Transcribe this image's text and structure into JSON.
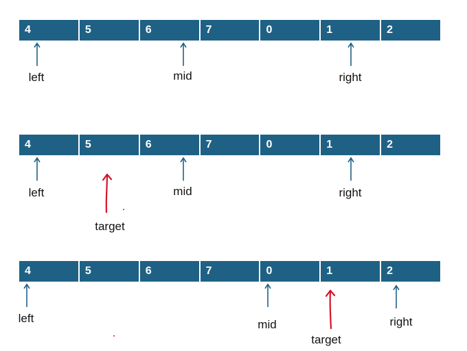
{
  "colors": {
    "cell_bg": "#1f6185",
    "pointer": "#1f6185",
    "target": "#d4142a"
  },
  "rows": [
    {
      "cells": [
        "4",
        "5",
        "6",
        "7",
        "0",
        "1",
        "2"
      ],
      "labels": {
        "left": "left",
        "mid": "mid",
        "right": "right"
      }
    },
    {
      "cells": [
        "4",
        "5",
        "6",
        "7",
        "0",
        "1",
        "2"
      ],
      "labels": {
        "left": "left",
        "mid": "mid",
        "right": "right",
        "target": "target"
      }
    },
    {
      "cells": [
        "4",
        "5",
        "6",
        "7",
        "0",
        "1",
        "2"
      ],
      "labels": {
        "left": "left",
        "mid": "mid",
        "right": "right",
        "target": "target"
      }
    }
  ]
}
